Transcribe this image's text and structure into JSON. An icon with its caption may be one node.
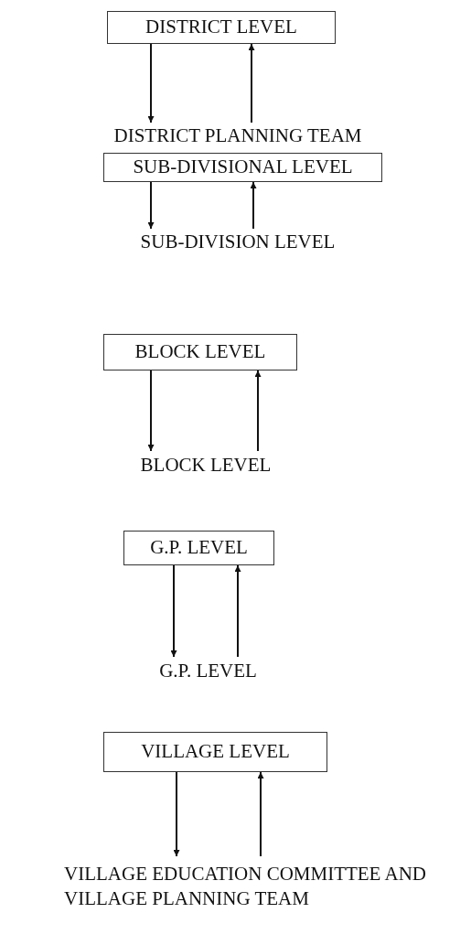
{
  "diagram": {
    "nodes": [
      {
        "text": [
          "DISTRICT LEVEL"
        ]
      },
      {
        "text": [
          "DISTRICT PLANNING TEAM"
        ]
      },
      {
        "text": [
          "SUB-DIVISIONAL LEVEL"
        ]
      },
      {
        "text": [
          "SUB-DIVISION LEVEL"
        ]
      },
      {
        "text": [
          "BLOCK LEVEL"
        ]
      },
      {
        "text": [
          "BLOCK LEVEL"
        ]
      },
      {
        "text": [
          "G.P. LEVEL"
        ]
      },
      {
        "text": [
          "G.P. LEVEL"
        ]
      },
      {
        "text": [
          "VILLAGE LEVEL"
        ]
      },
      {
        "text": [
          "VILLAGE EDUCATION COMMITTEE AND VILLAGE PLANNING TEAM"
        ]
      }
    ],
    "edges": [
      {
        "from": 0,
        "to": 1,
        "arrow": "to"
      },
      {
        "from": 1,
        "to": 0,
        "arrow": "to"
      },
      {
        "from": 2,
        "to": 3,
        "arrow": "to"
      },
      {
        "from": 3,
        "to": 2,
        "arrow": "to"
      },
      {
        "from": 4,
        "to": 5,
        "arrow": "to"
      },
      {
        "from": 5,
        "to": 4,
        "arrow": "to"
      },
      {
        "from": 6,
        "to": 7,
        "arrow": "to"
      },
      {
        "from": 7,
        "to": 6,
        "arrow": "to"
      },
      {
        "from": 8,
        "to": 9,
        "arrow": "to"
      },
      {
        "from": 9,
        "to": 8,
        "arrow": "to"
      }
    ]
  }
}
